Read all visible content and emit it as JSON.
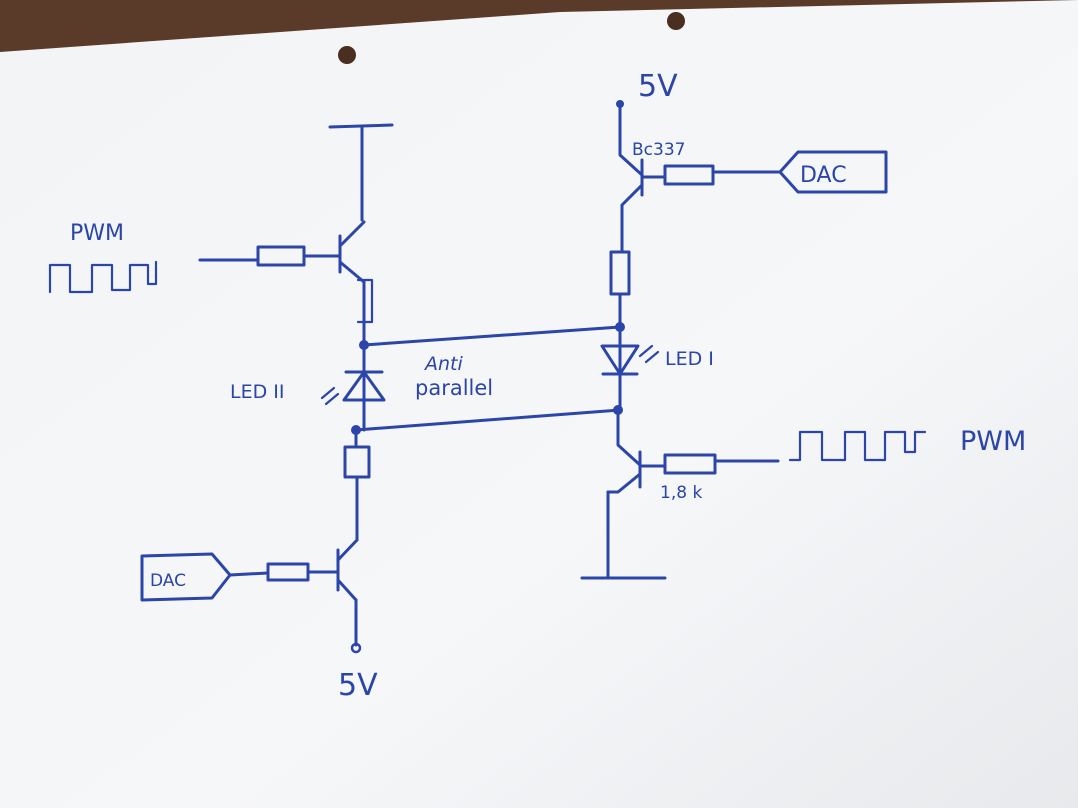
{
  "diagram": {
    "ink_color": "#2b45a8",
    "paper_color": "#f4f6f8",
    "labels": {
      "supply_top": "5V",
      "supply_bottom": "5V",
      "transistor_top": "Bc337",
      "dac_top": "DAC",
      "dac_bottom": "DAC",
      "pwm_left": "PWM",
      "pwm_right": "PWM",
      "led_right": "LED I",
      "led_left": "LED II",
      "anti": "Anti",
      "parallel": "parallel",
      "resistor_value": "1,8 k"
    }
  }
}
